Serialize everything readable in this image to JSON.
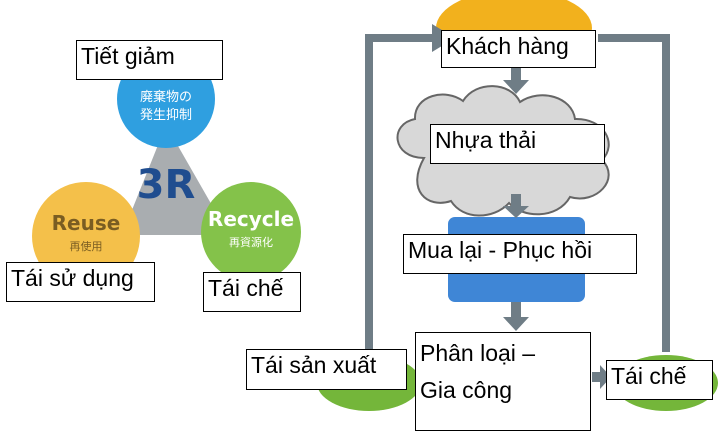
{
  "colors": {
    "triangle": "#a9adb0",
    "three_r": "#1f4d8f",
    "reduce_circle": "#2f9fe0",
    "reuse_circle": "#f4c04a",
    "recycle_circle": "#84c24a",
    "arrow": "#6f7d86",
    "cloud": "#d8d8d8",
    "process_box": "#3f86d6",
    "top_oval": "#f2b11d",
    "bottom_oval": "#74b63a"
  },
  "left_diagram": {
    "center_label": "3R",
    "reduce": {
      "jp_line1": "廃棄物の",
      "jp_line2": "発生抑制"
    },
    "reuse": {
      "en_label": "Reuse",
      "jp_label": "再使用"
    },
    "recycle": {
      "en_label": "Recycle",
      "jp_label": "再資源化"
    },
    "labels": {
      "reduce_vi": "Tiết giảm",
      "reuse_vi": "Tái sử dụng",
      "recycle_vi": "Tái chế"
    }
  },
  "right_diagram": {
    "nodes": {
      "customer": "Khách hàng",
      "plastic_waste": "Nhựa thải",
      "buyback": "Mua lại - Phục hồi",
      "sorting_line1": "Phân loại –",
      "sorting_line2": "Gia công",
      "remanufacture": "Tái sản xuất",
      "recycle": "Tái chế"
    },
    "icons": {
      "arrows": "arrow-icon",
      "cloud": "cloud-icon"
    }
  }
}
